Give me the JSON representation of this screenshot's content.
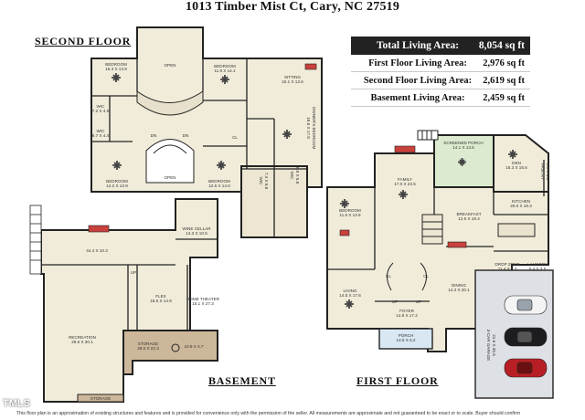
{
  "title": "1013 Timber Mist Ct, Cary, NC 27519",
  "sections": {
    "second_floor": "SECOND FLOOR",
    "basement": "BASEMENT",
    "first_floor": "FIRST FLOOR"
  },
  "stats": [
    {
      "label": "Total Living Area:",
      "value": "8,054 sq ft"
    },
    {
      "label": "First Floor Living Area:",
      "value": "2,976 sq ft"
    },
    {
      "label": "Second Floor Living Area:",
      "value": "2,619 sq ft"
    },
    {
      "label": "Basement Living Area:",
      "value": "2,459 sq ft"
    }
  ],
  "rooms": {
    "sf_bed1": {
      "name": "BEDROOM",
      "dim": "15.3 X 13.9"
    },
    "sf_open1": {
      "name": "OPEN"
    },
    "sf_bed2": {
      "name": "BEDROOM",
      "dim": "11.9 X 14.1"
    },
    "sf_sitting": {
      "name": "SITTING",
      "dim": "15.1 X 13.6"
    },
    "sf_wic1": {
      "name": "WIC",
      "dim": "7.2 X 4.9"
    },
    "sf_wic2": {
      "name": "WIC",
      "dim": "6.7 X 4.4"
    },
    "sf_owners": {
      "name": "OWNER'S BEDROOM",
      "dim": "18.6 X 17.8"
    },
    "sf_bed3": {
      "name": "BEDROOM",
      "dim": "14.2 X 13.9"
    },
    "sf_open2": {
      "name": "OPEN"
    },
    "sf_bed4": {
      "name": "BEDROOM",
      "dim": "12.6 X 14.0"
    },
    "sf_wic3": {
      "name": "WIC",
      "dim": "7.4 X 6.8"
    },
    "sf_wic4": {
      "name": "WIC",
      "dim": "6.9 X 5.8"
    },
    "b_unfinished": {
      "dim": "44.4 X 10.3"
    },
    "b_wine": {
      "name": "WINE CELLAR",
      "dim": "14.3 X 10.5"
    },
    "b_flex": {
      "name": "FLEX",
      "dim": "18.5 X 14.9"
    },
    "b_theater": {
      "name": "HOME THEATER",
      "dim": "15.1 X 27.3"
    },
    "b_recreation": {
      "name": "RECREATION",
      "dim": "29.6 X 30.1"
    },
    "b_storage1": {
      "name": "STORAGE",
      "dim": "28.6 X 22.3"
    },
    "b_storage_dim": {
      "dim": "10.9 X 4.7"
    },
    "b_storage2": {
      "name": "STORAGE"
    },
    "f_screened": {
      "name": "SCREENED PORCH",
      "dim": "14.1 X 13.5"
    },
    "f_den": {
      "name": "DEN",
      "dim": "15.3 X 15.6"
    },
    "f_family": {
      "name": "FAMILY",
      "dim": "17.0 X 23.5"
    },
    "f_kitchen": {
      "name": "KITCHEN",
      "dim": "20.0 X 18.3"
    },
    "f_pantry": {
      "name": "PANTRY",
      "dim": "9.9 X 3.3"
    },
    "f_bedroom": {
      "name": "BEDROOM",
      "dim": "11.5 X 13.8"
    },
    "f_breakfast": {
      "name": "BREAKFAST",
      "dim": "12.5 X 18.4"
    },
    "f_living": {
      "name": "LIVING",
      "dim": "14.5 X 17.6"
    },
    "f_dining": {
      "name": "DINING",
      "dim": "14.3 X 20.1"
    },
    "f_foyer": {
      "name": "FOYER",
      "dim": "14.8 X 17.2"
    },
    "f_porch": {
      "name": "PORCH",
      "dim": "14.5 X 5.2"
    },
    "f_drop": {
      "name": "DROP ZONE",
      "dim": "11.4 X 5.3"
    },
    "f_laundry": {
      "name": "LAUNDRY",
      "dim": "5.4 X 3.5"
    },
    "f_garage": {
      "name": "3-CAR GARAGE",
      "dim": "21.6 X 35.6"
    }
  },
  "labels": {
    "up": "UP",
    "dn": "DN",
    "cl": "CL",
    "wic": "WIC"
  },
  "colors": {
    "floor": "#f1ecda",
    "storage": "#cdb79a",
    "porch": "#d9e7f2",
    "screened": "#dcebcf",
    "garage": "#dde0e4",
    "wall": "#222222",
    "brick": "#c9413d",
    "fan": "#444444",
    "stats_dark": "#222222"
  },
  "watermark": "TMLS",
  "disclaimer": "This floor plan is an approximation of existing structures and features and is provided for convenience only with the permission of the seller. All measurements are approximate and not guaranteed to be exact or to scale. Buyer should confirm"
}
